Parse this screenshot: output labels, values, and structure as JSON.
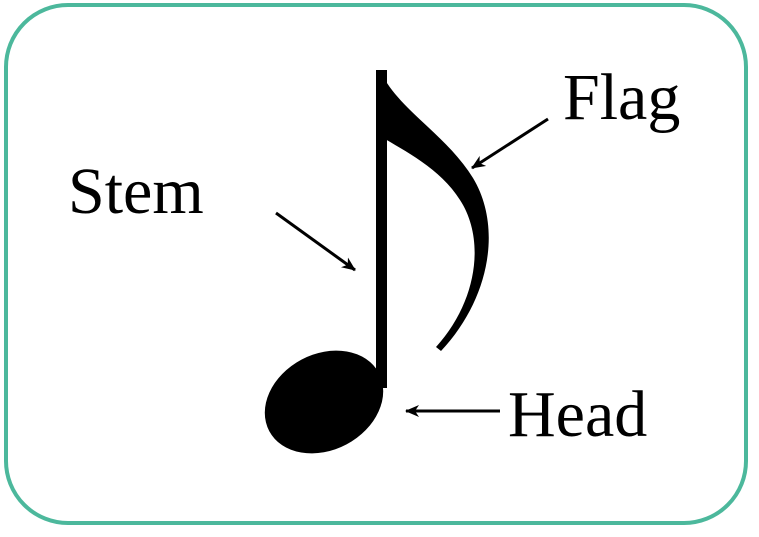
{
  "diagram": {
    "labels": {
      "flag": "Flag",
      "stem": "Stem",
      "head": "Head"
    }
  },
  "colors": {
    "frame_border": "#4cb89c",
    "ink": "#000000",
    "background": "#ffffff"
  },
  "icons": {
    "note": "eighth-note-icon"
  }
}
